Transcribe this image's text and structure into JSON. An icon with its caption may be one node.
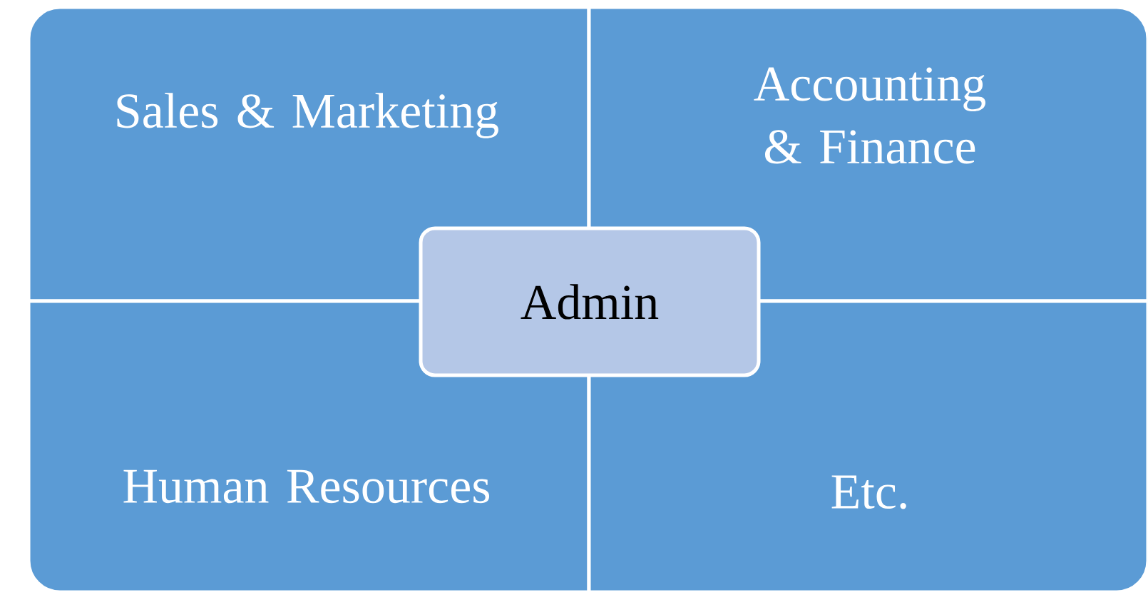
{
  "diagram": {
    "nodes": [
      {
        "text": [
          "Sales & Marketing"
        ]
      },
      {
        "text": [
          "Accounting & Finance"
        ]
      },
      {
        "text": [
          "Human Resources"
        ]
      },
      {
        "text": [
          "Etc."
        ]
      },
      {
        "text": [
          "Admin"
        ]
      }
    ]
  }
}
